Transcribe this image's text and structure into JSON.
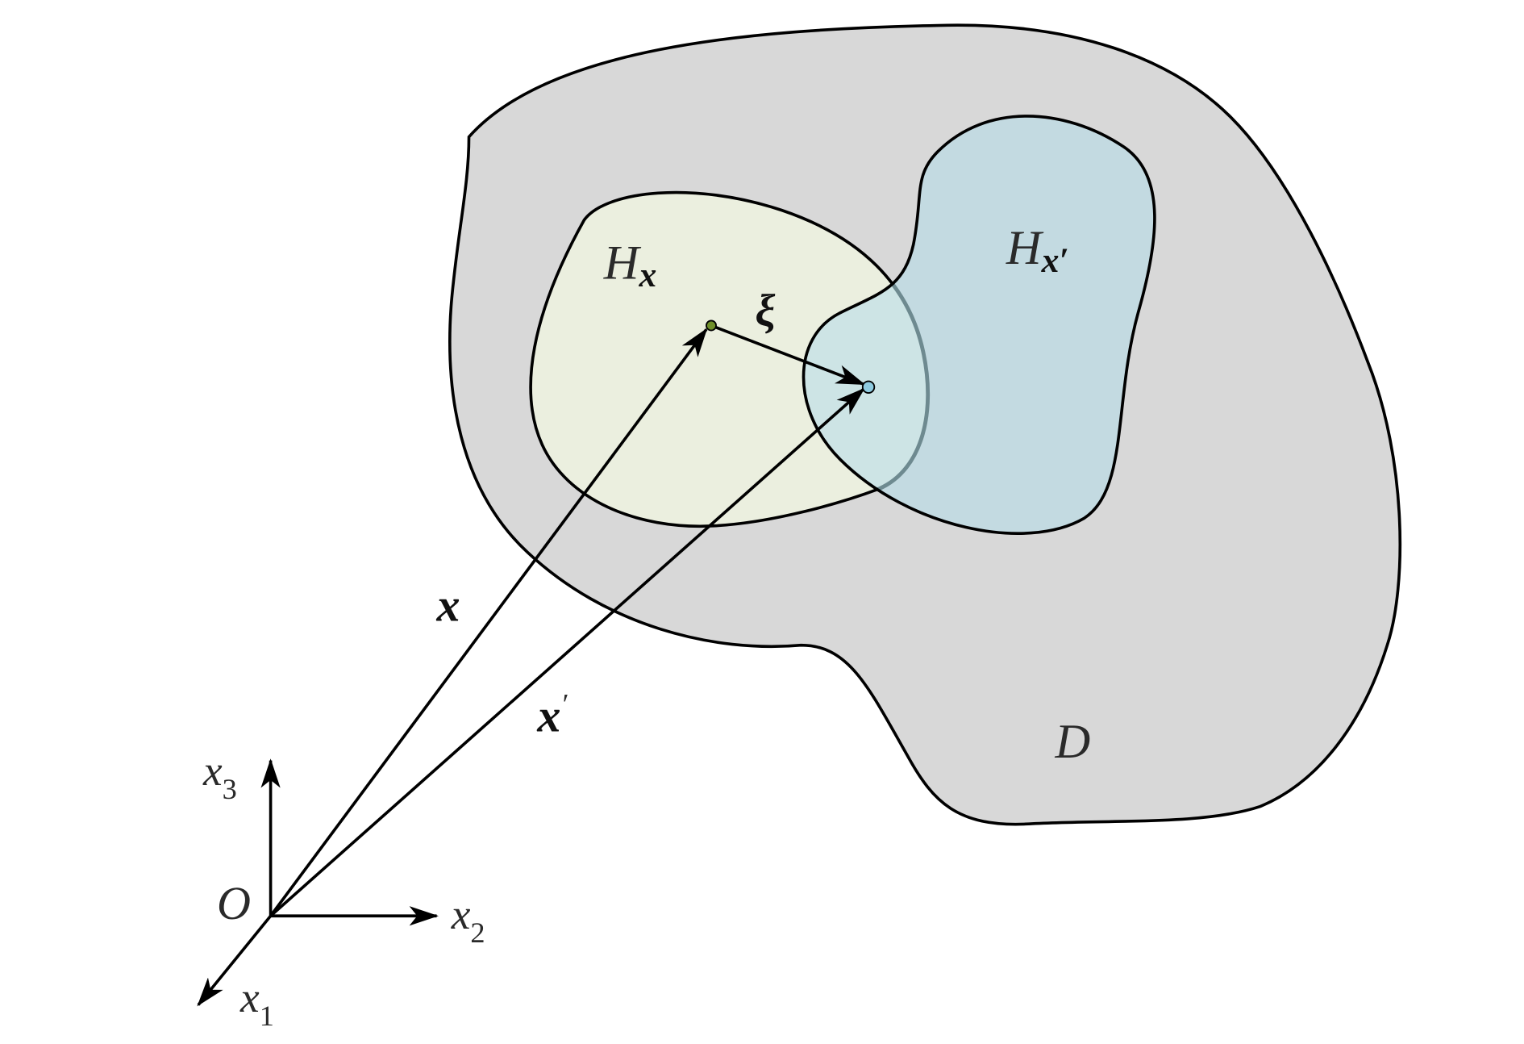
{
  "diagram": {
    "type": "peridynamic-horizon-schematic",
    "regions": {
      "domain": {
        "label": "D",
        "fill": "#d8d8d8"
      },
      "horizon_x": {
        "label": "H",
        "subscript": "x",
        "fill": "#ebefdf"
      },
      "horizon_x_prime": {
        "label": "H",
        "subscript": "x′",
        "fill": "#c3dae1"
      },
      "overlap": {
        "fill": "#cde4e5",
        "boundary_color": "#6e8a90"
      }
    },
    "vectors": {
      "position_x": {
        "label": "x"
      },
      "position_x_prime": {
        "label": "x",
        "prime": "′"
      },
      "bond": {
        "label": "ξ"
      }
    },
    "points": {
      "x_point": {
        "fill": "#6f8f2a"
      },
      "x_prime_point": {
        "fill": "#8fcbe0"
      }
    },
    "axes": {
      "origin": "O",
      "x1": {
        "base": "x",
        "sub": "1"
      },
      "x2": {
        "base": "x",
        "sub": "2"
      },
      "x3": {
        "base": "x",
        "sub": "3"
      }
    },
    "stroke_color": "#000000"
  }
}
